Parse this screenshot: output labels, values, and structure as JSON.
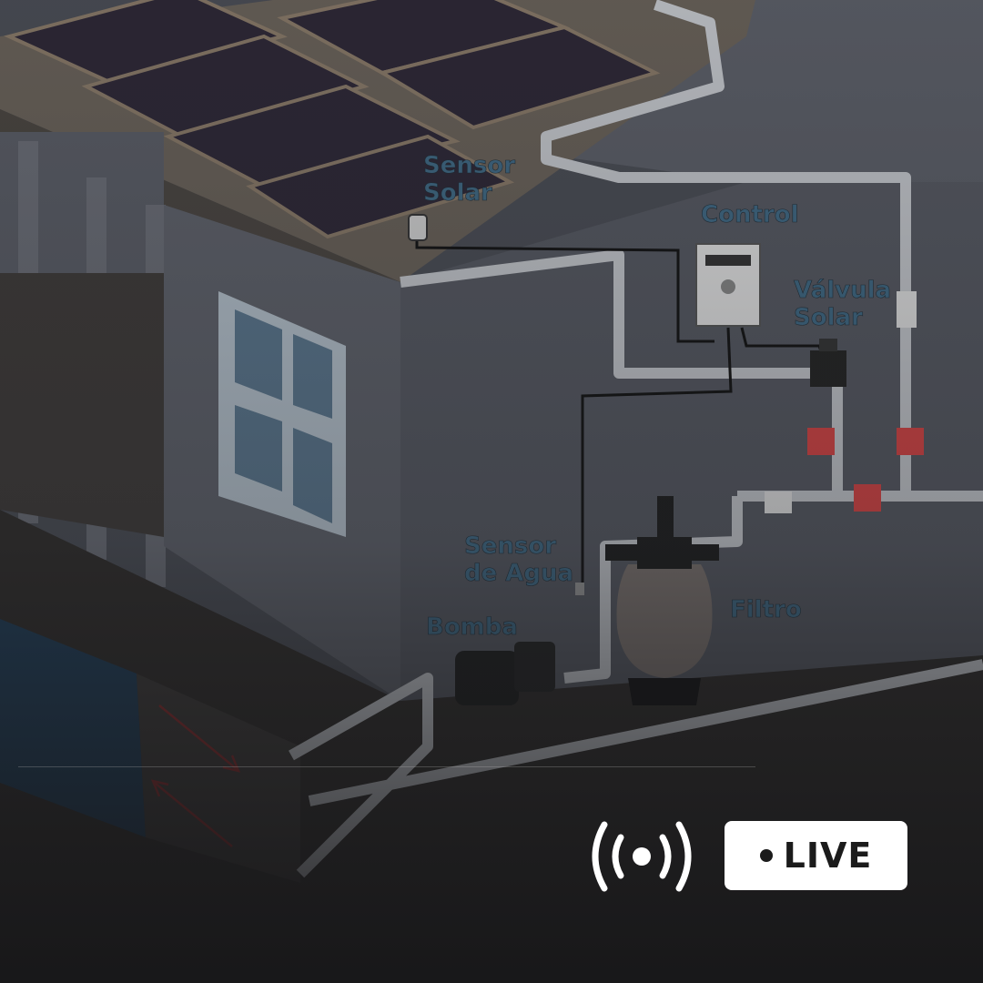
{
  "diagram": {
    "labels": {
      "sensor_solar_l1": "Sensor",
      "sensor_solar_l2": "Solar",
      "control": "Control",
      "valvula_l1": "Válvula",
      "valvula_l2": "Solar",
      "sensor_agua_l1": "Sensor",
      "sensor_agua_l2": "de Agua",
      "bomba": "Bomba",
      "filtro": "Filtro"
    }
  },
  "live": {
    "label": "LIVE",
    "icon": "broadcast-icon"
  },
  "colors": {
    "label_text": "#3f6a86",
    "badge_bg": "#ffffff",
    "badge_text": "#1b1b1b"
  }
}
